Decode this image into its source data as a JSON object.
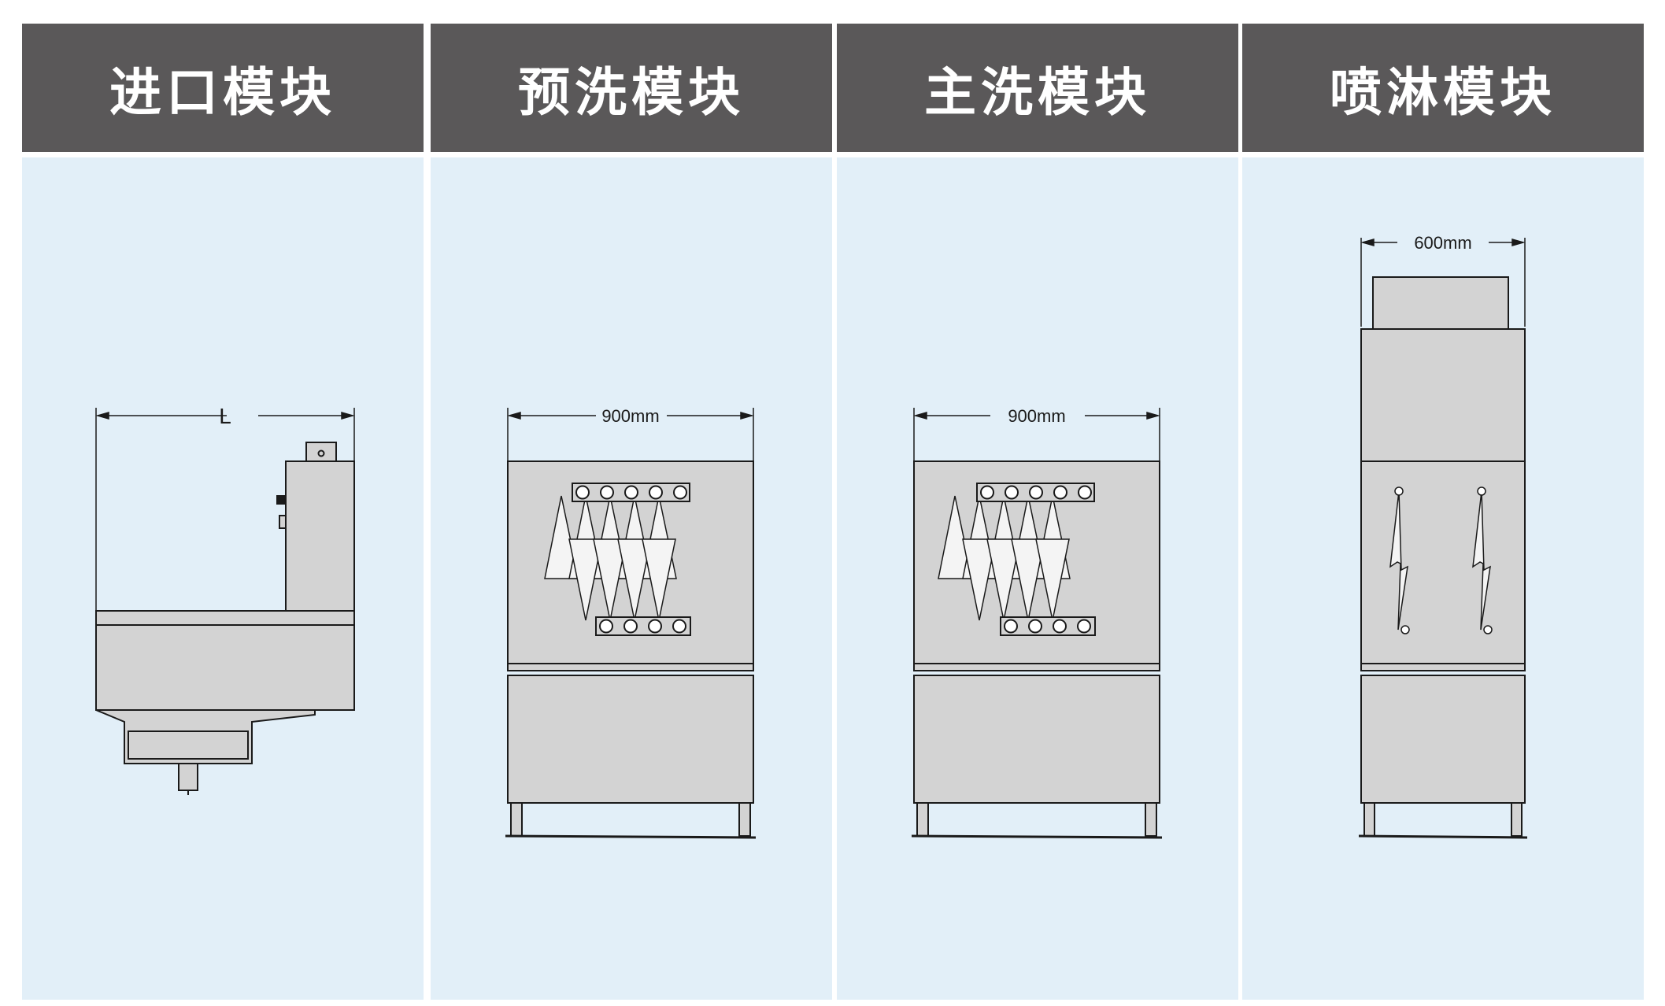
{
  "modules": [
    {
      "title": "进口模块",
      "dimension": "L"
    },
    {
      "title": "预洗模块",
      "dimension": "900mm"
    },
    {
      "title": "主洗模块",
      "dimension": "900mm"
    },
    {
      "title": "喷淋模块",
      "dimension": "600mm"
    }
  ],
  "colors": {
    "header_bg": "#5a5859",
    "header_text": "#ffffff",
    "panel_bg": "#e2eff8",
    "machine_fill": "#d3d3d3",
    "outline": "#1a1a1a"
  }
}
